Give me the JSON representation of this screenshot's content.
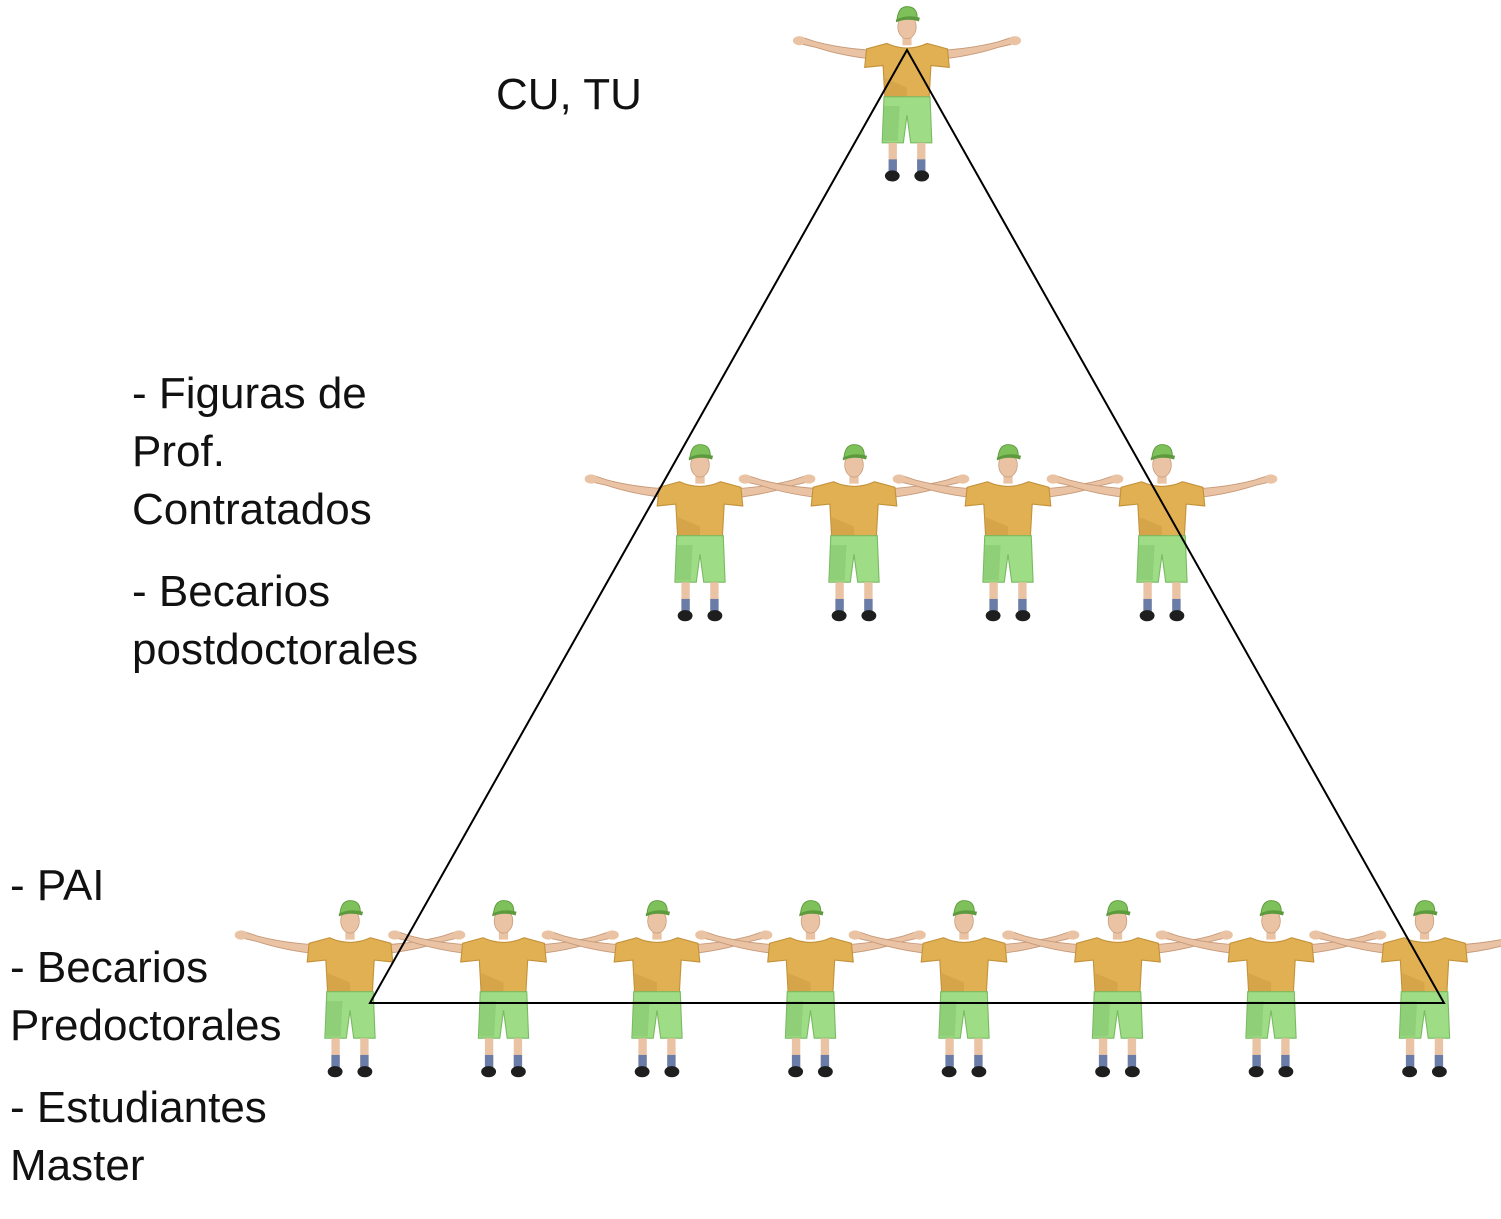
{
  "diagram": {
    "levels": [
      {
        "id": "top",
        "count": 1,
        "items": [
          "CU, TU"
        ]
      },
      {
        "id": "middle",
        "count": 4,
        "items": [
          "- Figuras de\nProf.\nContratados",
          "- Becarios\npostdoctorales"
        ]
      },
      {
        "id": "bottom",
        "count": 8,
        "items": [
          "- PAI",
          "- Becarios\nPredoctorales",
          "- Estudiantes\nMaster"
        ]
      }
    ],
    "colors": {
      "line": "#000000",
      "shirt": "#e0b052",
      "shirt_shadow": "#c4923a",
      "shorts": "#9edc86",
      "shorts_shadow": "#79bb62",
      "cap": "#7ec05a",
      "cap_shadow": "#5d9a3e",
      "skin": "#e9c3a3",
      "skin_shadow": "#c79a7a",
      "sock": "#6a7da8",
      "shoe": "#1e1e1e"
    }
  }
}
